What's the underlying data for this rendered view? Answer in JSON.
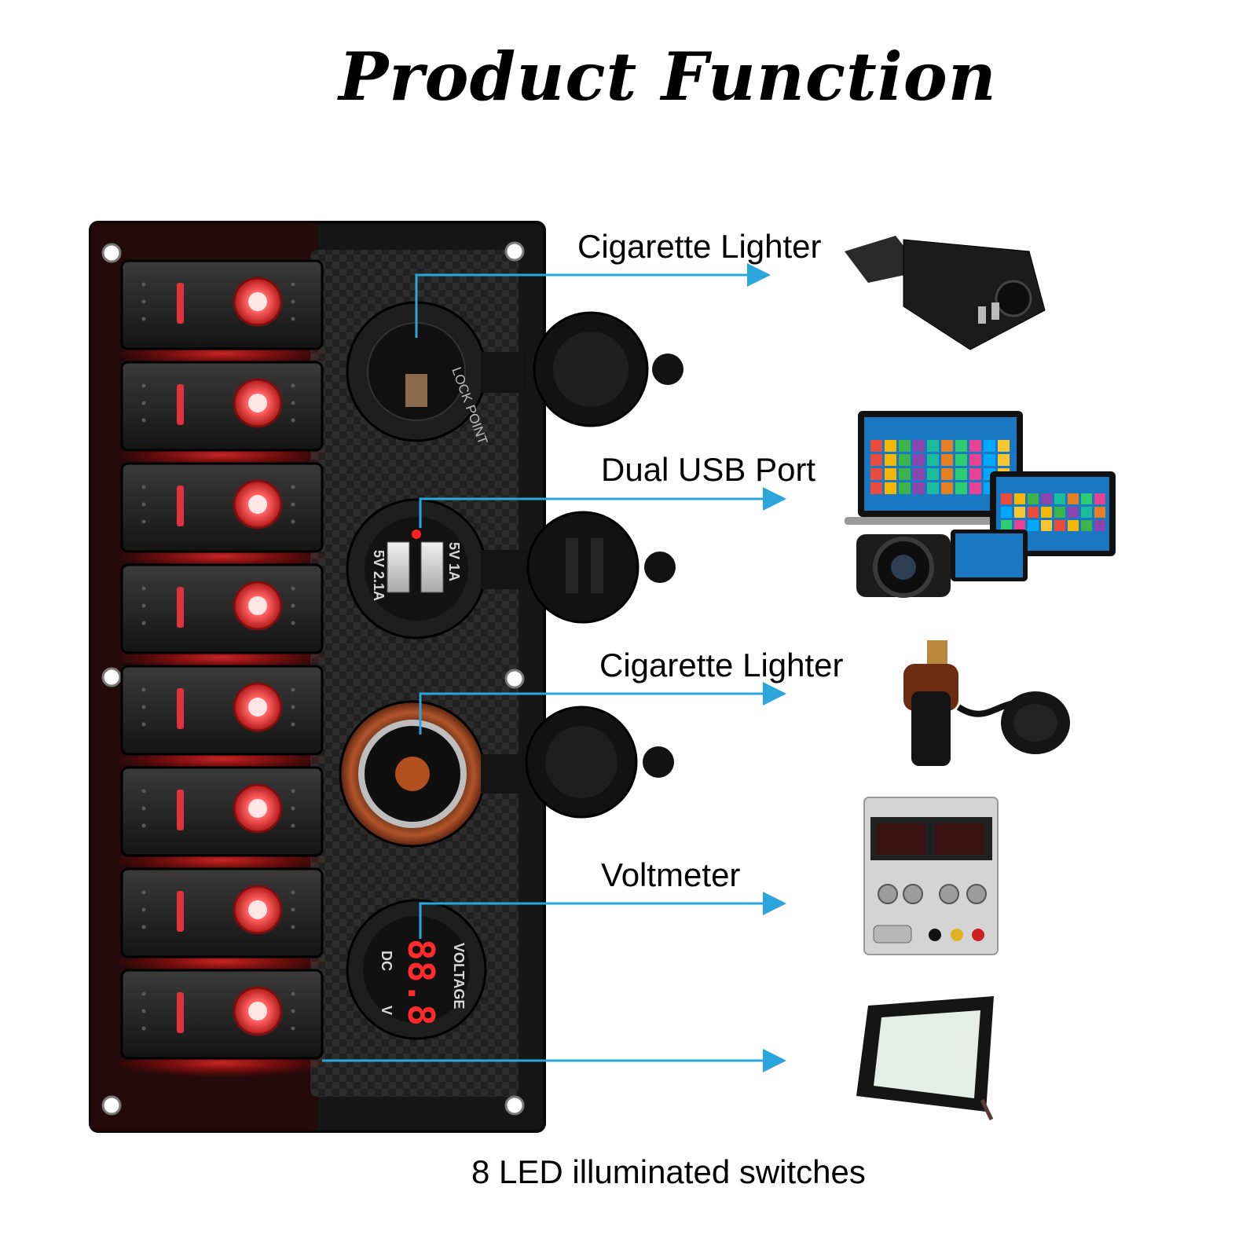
{
  "title": "Product Function",
  "functions": [
    {
      "label": "Cigarette Lighter",
      "device_icon": "car-charger-adapter-icon"
    },
    {
      "label": "Dual USB Port",
      "device_icon": "laptop-tablet-camera-icon"
    },
    {
      "label": "Cigarette Lighter",
      "device_icon": "lighter-plug-icon"
    },
    {
      "label": "Voltmeter",
      "device_icon": "dc-power-supply-icon"
    },
    {
      "label": "",
      "device_icon": "led-floodlight-icon"
    }
  ],
  "caption": "8 LED illuminated switches",
  "panel": {
    "switch_count": 8,
    "lighter_text": "LOCK POINT",
    "usb_left": "5V 2.1A",
    "usb_right": "5V 1A",
    "voltmeter_label": "VOLTAGE",
    "voltmeter_dc": "DC",
    "voltmeter_unit": "V",
    "voltmeter_reading": "88.8"
  },
  "colors": {
    "arrow": "#2aa6dd",
    "switch_led": "#e0323c",
    "panel": "#1b1b1b"
  }
}
